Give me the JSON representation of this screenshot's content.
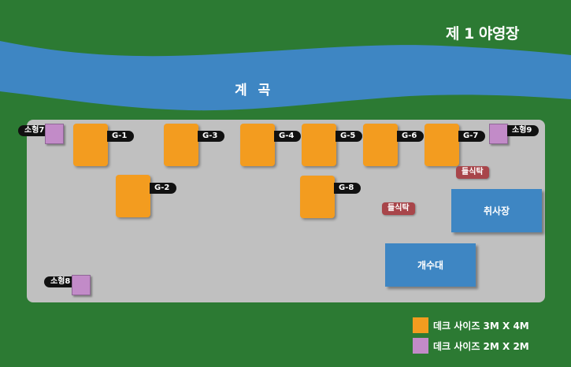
{
  "title": "제 1 야영장",
  "river": {
    "label": "계 곡",
    "color": "#3e86c3"
  },
  "colors": {
    "grass": "#2c7a33",
    "ground": "#c0c0c0",
    "large_deck": "#f39c1f",
    "small_deck": "#c28bc8",
    "picnic_table": "#a8454a",
    "building": "#3e86c3"
  },
  "large_sites": [
    "G-1",
    "G-2",
    "G-3",
    "G-4",
    "G-5",
    "G-6",
    "G-7",
    "G-8"
  ],
  "small_sites": [
    "소형7",
    "소형8",
    "소형9"
  ],
  "picnic_tables": [
    "들식탁",
    "들식탁"
  ],
  "buildings": {
    "kitchen": "취사장",
    "sink": "개수대"
  },
  "legend": [
    {
      "label": "데크 사이즈 3M X 4M",
      "color": "#f39c1f"
    },
    {
      "label": "데크 사이즈 2M X 2M",
      "color": "#c28bc8"
    }
  ]
}
